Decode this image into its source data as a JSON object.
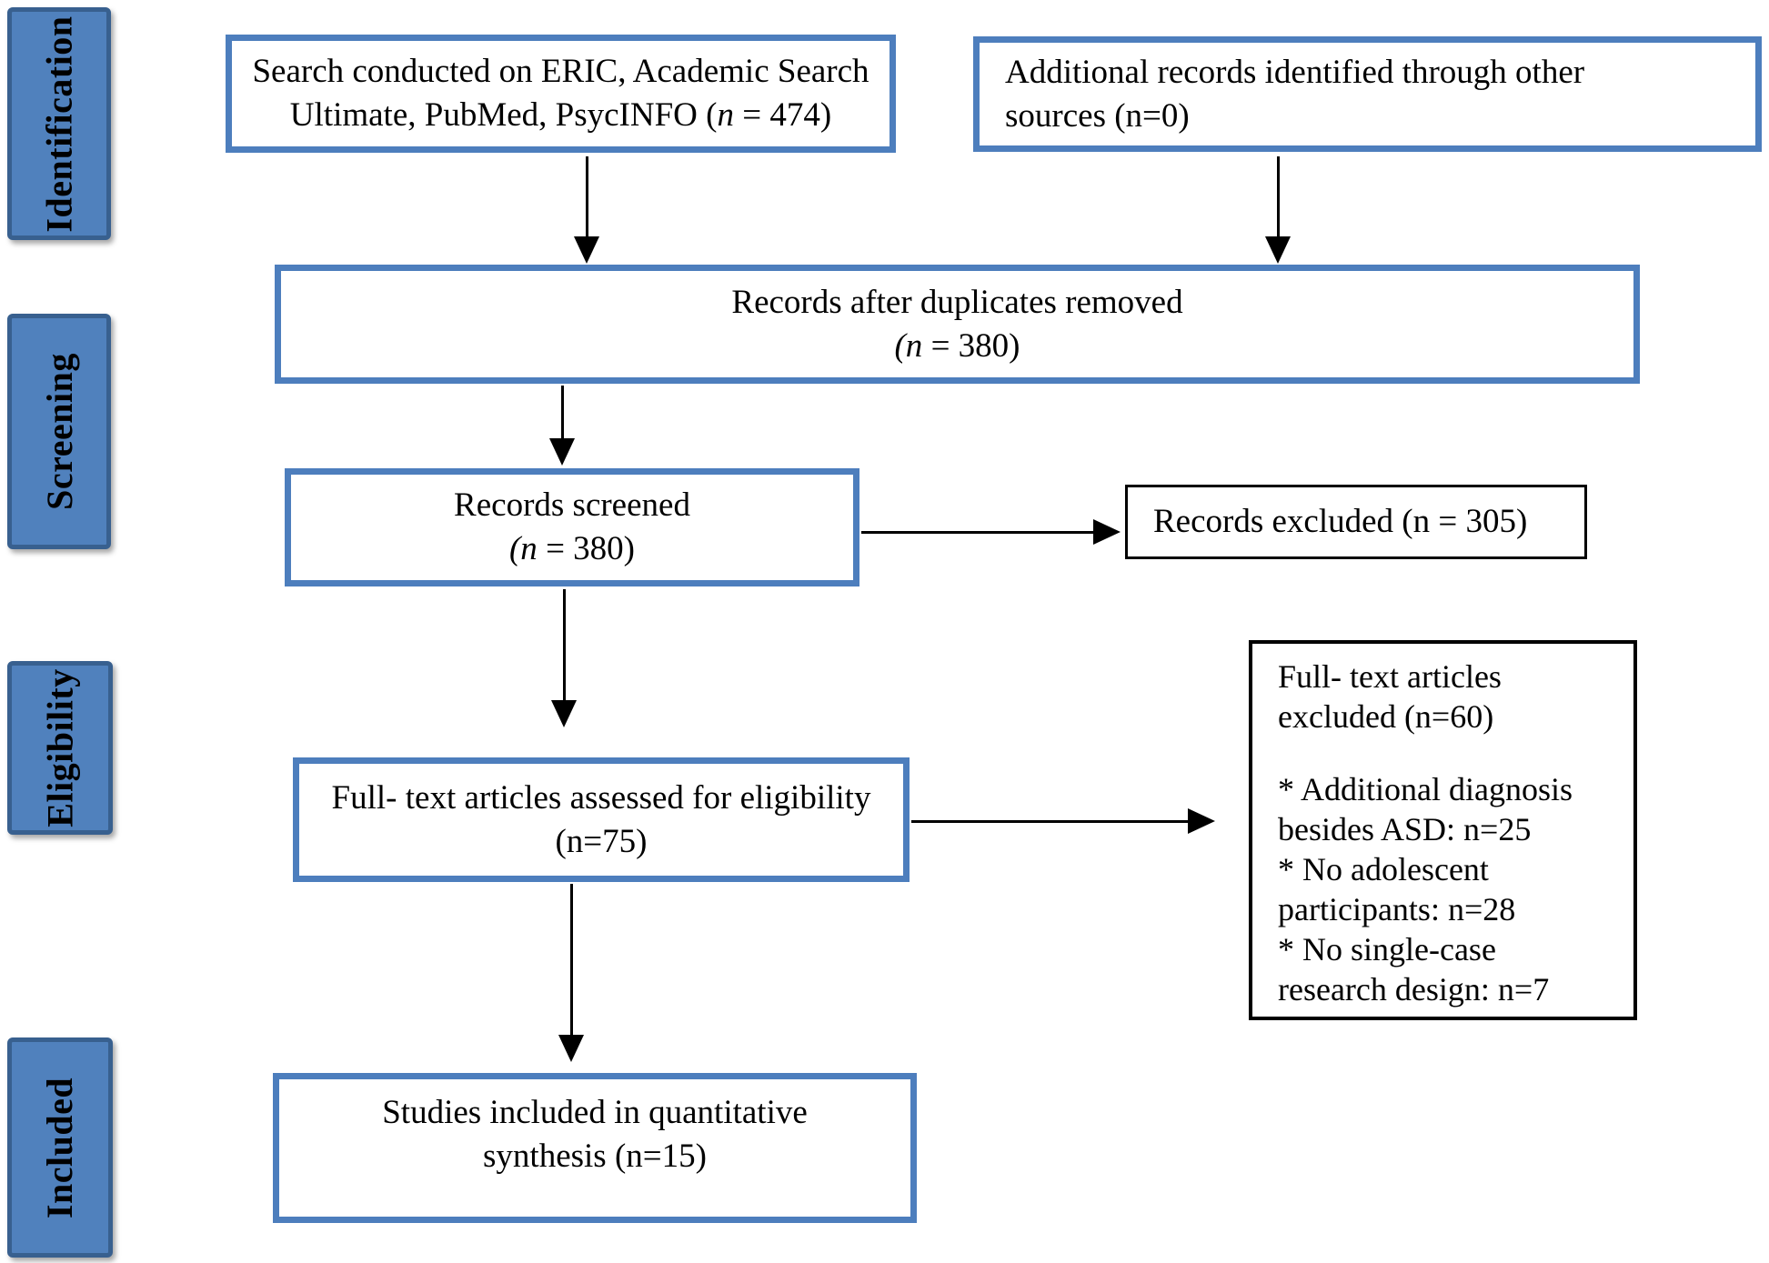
{
  "palette": {
    "box-blue": "#4d7ebd",
    "sidebar-fill": "#5081bd",
    "sidebar-border": "#38608f",
    "ink": "#000000"
  },
  "sidebar": {
    "stages": [
      {
        "label": "Identification"
      },
      {
        "label": "Screening"
      },
      {
        "label": "Eligibility"
      },
      {
        "label": "Included"
      }
    ]
  },
  "boxes": {
    "search": {
      "lines": [
        "Search conducted on ERIC, Academic Search",
        [
          {
            "t": "Ultimate, PubMed, PsycINFO ("
          },
          {
            "t": "n",
            "i": true
          },
          {
            "t": " = 474)"
          }
        ]
      ]
    },
    "additional": {
      "lines": [
        "Additional records identified through other",
        "sources (n=0)"
      ]
    },
    "duplicates": {
      "lines": [
        "Records after duplicates removed",
        [
          {
            "t": "(n",
            "i": true
          },
          {
            "t": " = 380)"
          }
        ]
      ]
    },
    "screened": {
      "lines": [
        "Records screened",
        [
          {
            "t": "(n",
            "i": true
          },
          {
            "t": " = 380)"
          }
        ]
      ]
    },
    "records_excluded": {
      "lines": [
        "Records excluded (n = 305)"
      ]
    },
    "ft_assessed": {
      "lines": [
        "Full- text articles assessed for eligibility",
        "(n=75)"
      ]
    },
    "ft_excluded": {
      "lines": [
        "Full- text articles",
        "excluded (n=60)",
        "",
        "* Additional diagnosis",
        "besides ASD: n=25",
        "* No adolescent",
        "participants: n=28",
        "* No single-case",
        "research design: n=7"
      ]
    },
    "included": {
      "lines": [
        "Studies included in quantitative",
        "synthesis (n=15)"
      ]
    }
  }
}
